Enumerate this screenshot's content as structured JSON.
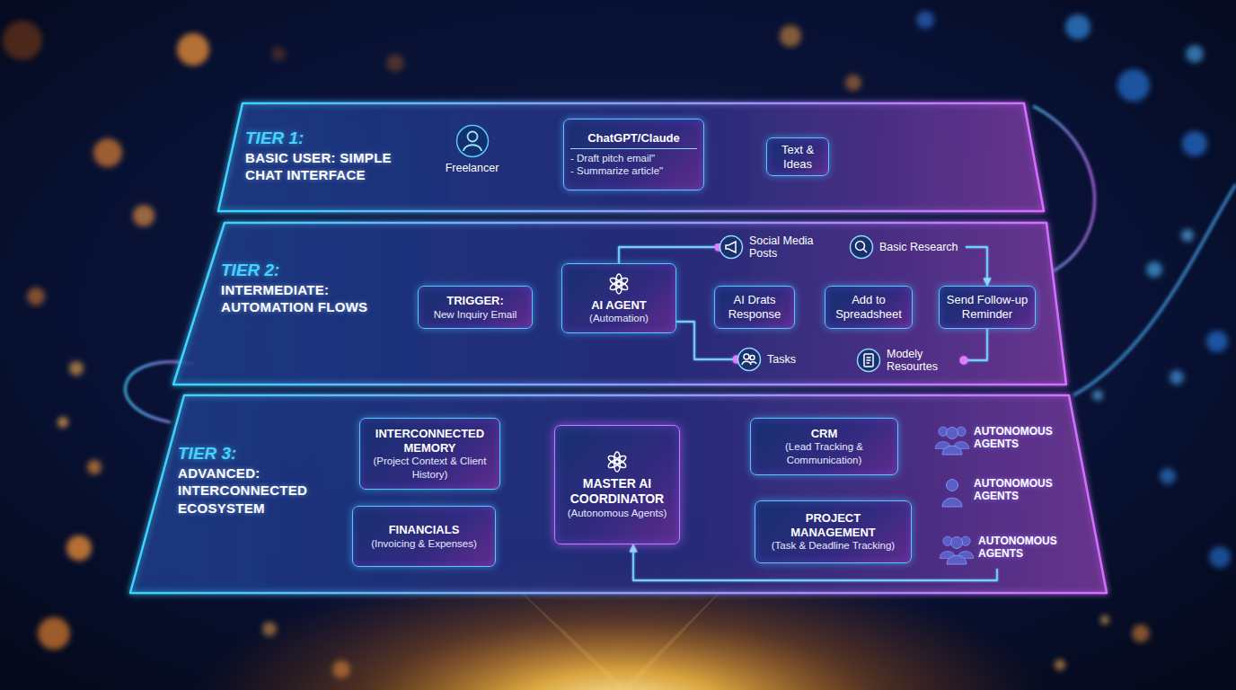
{
  "diagram": {
    "nodes": [
      {
        "text": [
          "TIER 1:",
          "BASIC USER: SIMPLE CHAT INTERFACE"
        ]
      },
      {
        "text": [
          "Freelancer"
        ],
        "in": 0
      },
      {
        "text": [
          "ChatGPT/Claude",
          "- Draft pitch email\"",
          "- Summarize article\""
        ],
        "in": 0
      },
      {
        "text": [
          "Text & Ideas"
        ],
        "in": 0
      },
      {
        "text": [
          "TIER 2:",
          "INTERMEDIATE: AUTOMATION FLOWS"
        ]
      },
      {
        "text": [
          "TRIGGER:",
          "New Inquiry Email"
        ],
        "in": 4
      },
      {
        "text": [
          "AI AGENT",
          "(Automation)"
        ],
        "in": 4
      },
      {
        "text": [
          "AI Drats Response"
        ],
        "in": 4
      },
      {
        "text": [
          "Add to Spreadsheet"
        ],
        "in": 4
      },
      {
        "text": [
          "Send Follow-up Reminder"
        ],
        "in": 4
      },
      {
        "text": [
          "Social Media Posts"
        ],
        "in": 4
      },
      {
        "text": [
          "Basic Research"
        ],
        "in": 4
      },
      {
        "text": [
          "Tasks"
        ],
        "in": 4
      },
      {
        "text": [
          "Modely Resourtes"
        ],
        "in": 4
      },
      {
        "text": [
          "TIER 3:",
          "ADVANCED: INTERCONNECTED ECOSYSTEM"
        ]
      },
      {
        "text": [
          "INTERCONNECTED MEMORY",
          "(Project Context & Client History)"
        ],
        "in": 14
      },
      {
        "text": [
          "FINANCIALS",
          "(Invoicing & Expenses)"
        ],
        "in": 14
      },
      {
        "text": [
          "MASTER AI COORDINATOR",
          "(Autonomous Agents)"
        ],
        "in": 14
      },
      {
        "text": [
          "CRM",
          "(Lead Tracking & Communication)"
        ],
        "in": 14
      },
      {
        "text": [
          "PROJECT MANAGEMENT",
          "(Task & Deadline Tracking)"
        ],
        "in": 14
      },
      {
        "text": [
          "AUTONOMOUS AGENTS"
        ],
        "in": 14
      },
      {
        "text": [
          "AUTONOMOUS AGENTS"
        ],
        "in": 14
      },
      {
        "text": [
          "AUTONOMOUS AGENTS"
        ],
        "in": 14
      }
    ],
    "edges": [
      {
        "from": 1,
        "to": 2,
        "arrow": "to"
      },
      {
        "from": 2,
        "to": 3,
        "arrow": "to"
      },
      {
        "from": 1,
        "to": 5,
        "arrow": "to"
      },
      {
        "from": 5,
        "to": 6,
        "arrow": "to"
      },
      {
        "from": 6,
        "to": 7,
        "arrow": "to"
      },
      {
        "from": 7,
        "to": 8,
        "arrow": "to"
      },
      {
        "from": 8,
        "to": 9,
        "arrow": "to"
      },
      {
        "from": 6,
        "to": 10,
        "arrow": "none"
      },
      {
        "from": 7,
        "to": 10,
        "arrow": "to"
      },
      {
        "from": 8,
        "to": 11,
        "arrow": "to"
      },
      {
        "from": 11,
        "to": 9,
        "arrow": "to"
      },
      {
        "from": 9,
        "to": 13,
        "arrow": "none"
      },
      {
        "from": 13,
        "to": 12,
        "arrow": "to"
      },
      {
        "from": 6,
        "to": 12,
        "arrow": "none"
      },
      {
        "from": 17,
        "to": 6,
        "arrow": "to"
      },
      {
        "from": 6,
        "to": 17,
        "arrow": "to"
      },
      {
        "from": 17,
        "to": 6,
        "arrow": "to"
      },
      {
        "from": 15,
        "to": 17,
        "arrow": "both"
      },
      {
        "from": 16,
        "to": 17,
        "arrow": "both"
      },
      {
        "from": 17,
        "to": 18,
        "arrow": "to"
      },
      {
        "from": 18,
        "to": 17,
        "arrow": "to"
      },
      {
        "from": 17,
        "to": 21,
        "arrow": "both"
      },
      {
        "from": 17,
        "to": 19,
        "arrow": "to"
      },
      {
        "from": 19,
        "to": 17,
        "arrow": "to"
      },
      {
        "from": 22,
        "to": 17,
        "arrow": "to"
      }
    ]
  }
}
